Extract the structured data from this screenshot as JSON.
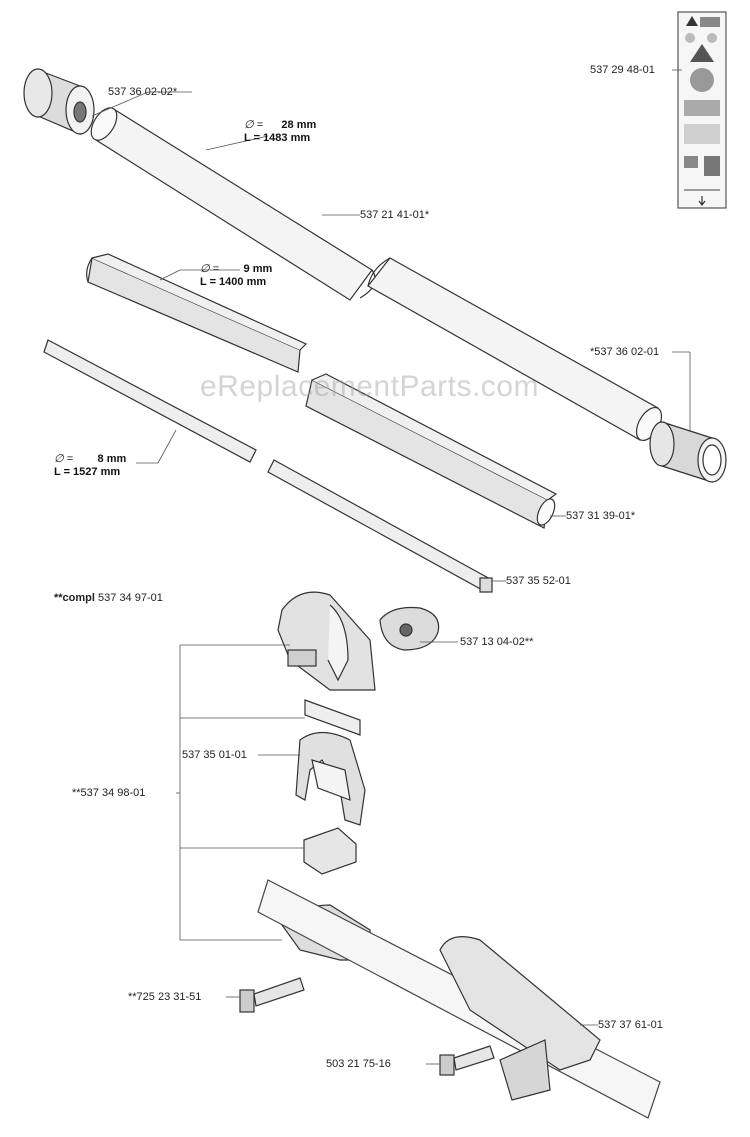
{
  "watermark": "eReplacementParts.com",
  "parts": {
    "p1": "537 36 02-02*",
    "p2": "537 29 48-01",
    "p3": "537 21 41-01*",
    "p4": "*537 36 02-01",
    "p5": "537 31 39-01*",
    "p6": "537 35 52-01",
    "p7": "537 13 04-02**",
    "p8": "537 35 01-01",
    "p9": "**537 34 98-01",
    "p10": "**725 23 31-51",
    "p11": "537 37 61-01",
    "p12": "503 21 75-16"
  },
  "compl": {
    "prefix": "**compl",
    "number": "537 34 97-01"
  },
  "dims": {
    "d1": {
      "sym": "∅ =",
      "val": "28 mm",
      "len": "L = 1483 mm"
    },
    "d2": {
      "sym": "∅ =",
      "val": "9 mm",
      "len": "L = 1400 mm"
    },
    "d3": {
      "sym": "∅ =",
      "val": "8 mm",
      "len": "L = 1527 mm"
    }
  }
}
